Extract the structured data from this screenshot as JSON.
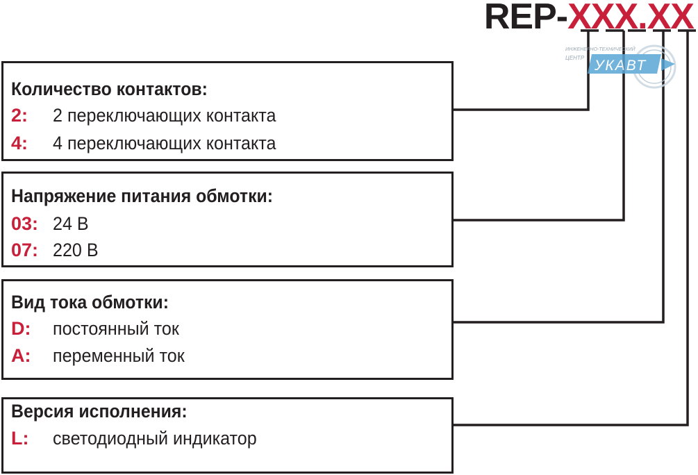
{
  "title": {
    "prefix": "REP-",
    "codes": "XXX.XX"
  },
  "logo": {
    "line1": "ИНЖЕНЕРНО-ТЕХНИЧЕСКИЙ",
    "line2": "ЦЕНТР",
    "brand": "УКАВТ"
  },
  "sections": [
    {
      "heading": "Количество контактов:",
      "items": [
        {
          "code": "2:",
          "desc": "2 переключающих контакта"
        },
        {
          "code": "4:",
          "desc": "4 переключающих контакта"
        }
      ]
    },
    {
      "heading": "Напряжение питания обмотки:",
      "items": [
        {
          "code": "03:",
          "desc": "24 В"
        },
        {
          "code": "07:",
          "desc": "220 В"
        }
      ]
    },
    {
      "heading": "Вид тока обмотки:",
      "items": [
        {
          "code": "D:",
          "desc": "постоянный ток"
        },
        {
          "code": "A:",
          "desc": "переменный ток"
        }
      ]
    },
    {
      "heading": "Версия исполнения:",
      "items": [
        {
          "code": "L:",
          "desc": "светодиодный индикатор"
        }
      ]
    }
  ],
  "colors": {
    "accent": "#c8203a",
    "text": "#231f20",
    "logo": "#5aa6d6"
  }
}
